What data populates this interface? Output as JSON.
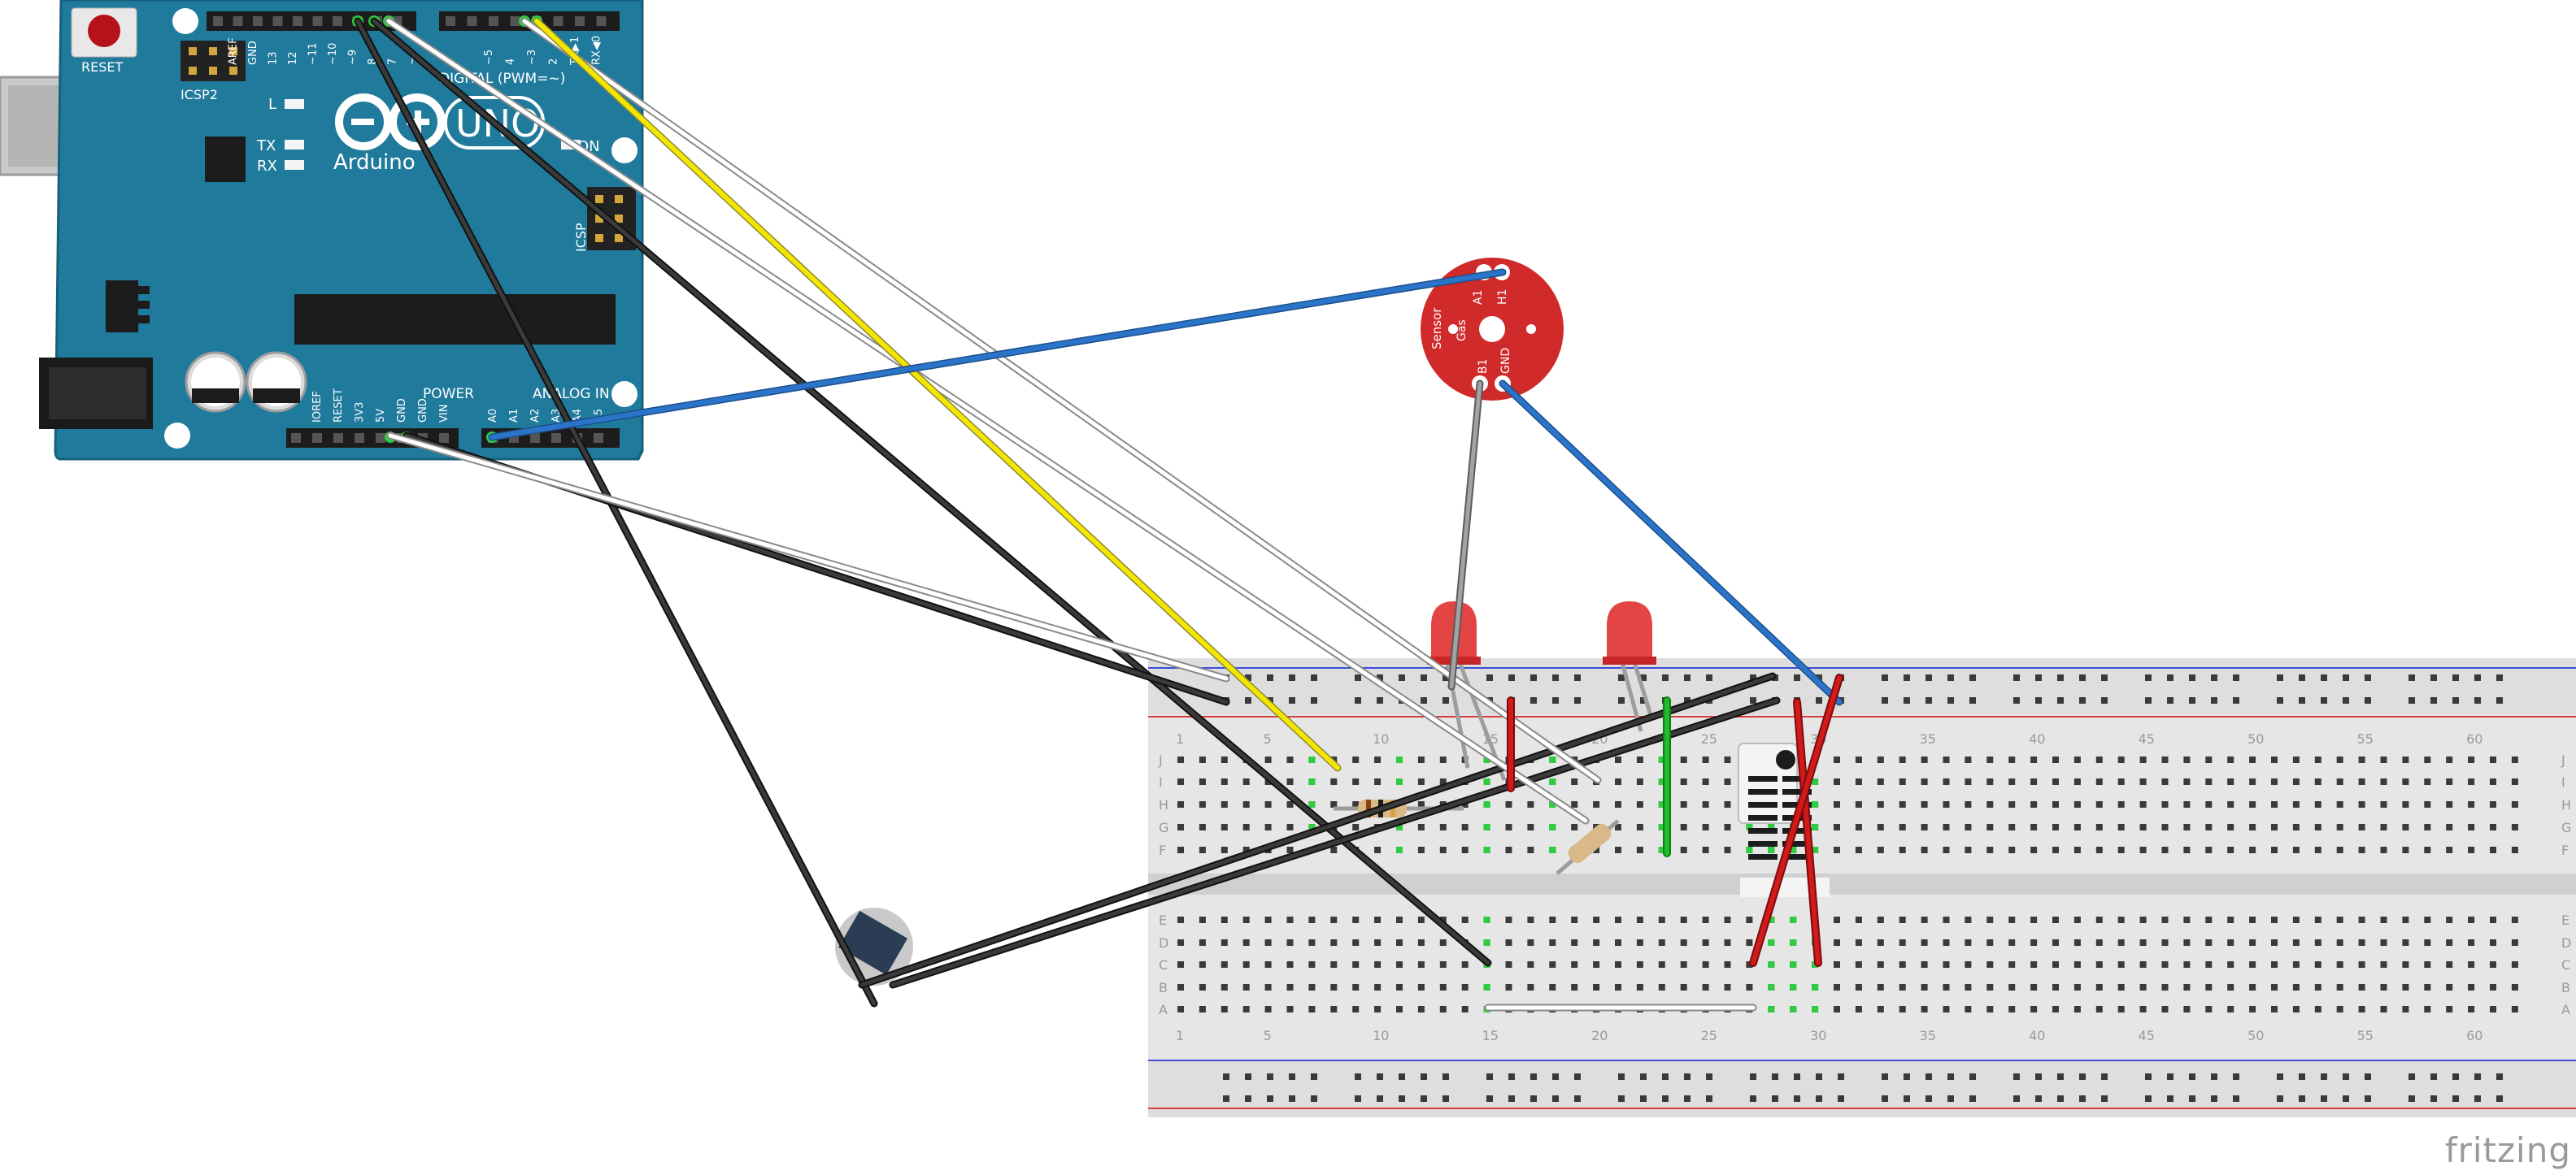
{
  "brand": "fritzing",
  "arduino": {
    "reset_label": "RESET",
    "icsp2_label": "ICSP2",
    "icsp_label": "ICSP",
    "logo_text": "Arduino",
    "model_text": "UNO",
    "on_label": "ON",
    "l_label": "L",
    "tx_label": "TX",
    "rx_label": "RX",
    "digital_label": "DIGITAL (PWM=~)",
    "power_label": "POWER",
    "analog_label": "ANALOG IN",
    "header_top_labels": [
      "AREF",
      "GND",
      "13",
      "12",
      "~11",
      "~10",
      "~9",
      "8",
      "7",
      "~6",
      "~5",
      "4",
      "~3",
      "2",
      "TX▶1",
      "RX◀0"
    ],
    "header_power_labels": [
      "IOREF",
      "RESET",
      "3V3",
      "5V",
      "GND",
      "GND",
      "VIN"
    ],
    "header_analog_labels": [
      "A0",
      "A1",
      "A2",
      "A3",
      "A4",
      "A5"
    ]
  },
  "sensor": {
    "label_sensor": "Sensor",
    "label_gas": "Gas",
    "label_a1": "A1",
    "label_h1": "H1",
    "label_b1": "B1",
    "label_gnd": "GND"
  },
  "breadboard": {
    "row_letters_top": [
      "J",
      "I",
      "H",
      "G",
      "F"
    ],
    "row_letters_bottom": [
      "E",
      "D",
      "C",
      "B",
      "A"
    ],
    "column_numbers": [
      "1",
      "5",
      "10",
      "15",
      "20",
      "25",
      "30",
      "35",
      "40",
      "45",
      "50",
      "55",
      "60"
    ]
  },
  "colors": {
    "board": "#1f7a9c",
    "wire_yellow": "#f5e600",
    "wire_white": "#ffffff",
    "wire_black": "#222222",
    "wire_blue": "#2a74c9",
    "wire_red": "#c01818",
    "wire_green": "#1fbf2a",
    "wire_gray": "#8c8c8c",
    "led": "#e03030",
    "sensor_board": "#d02a2a"
  }
}
